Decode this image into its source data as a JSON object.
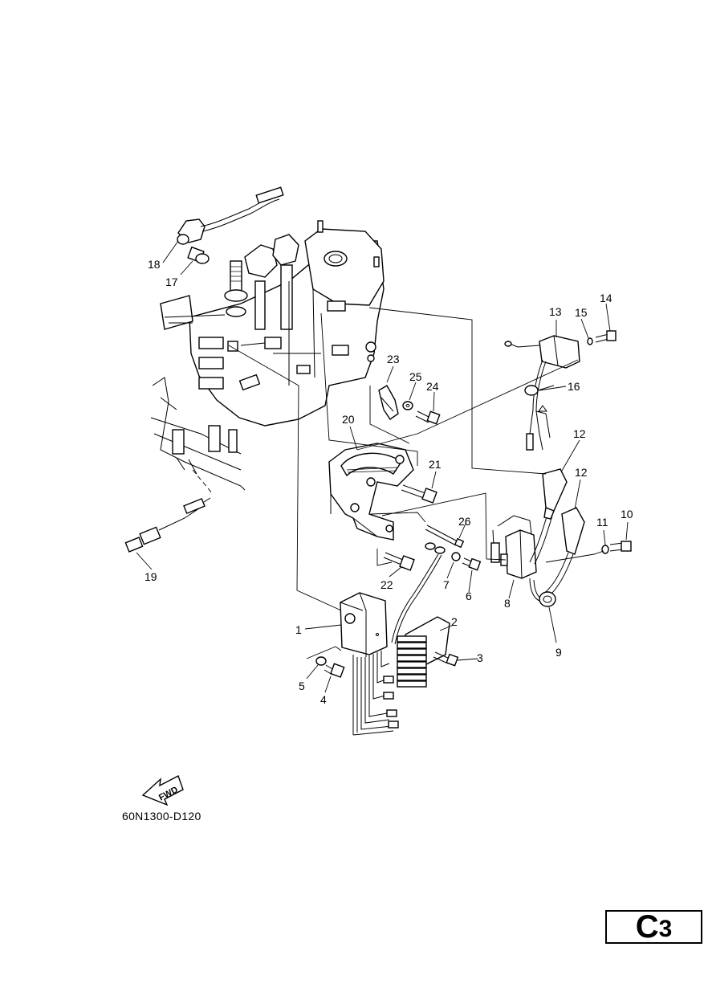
{
  "figure": {
    "code": "60N1300-D120",
    "fwd_label": "FWD",
    "page_tab": {
      "letter": "C",
      "number": "3"
    }
  },
  "callouts": [
    "1",
    "2",
    "3",
    "4",
    "5",
    "6",
    "7",
    "8",
    "9",
    "10",
    "11",
    "12",
    "12",
    "13",
    "14",
    "15",
    "16",
    "17",
    "18",
    "19",
    "20",
    "21",
    "22",
    "23",
    "24",
    "25",
    "26"
  ]
}
